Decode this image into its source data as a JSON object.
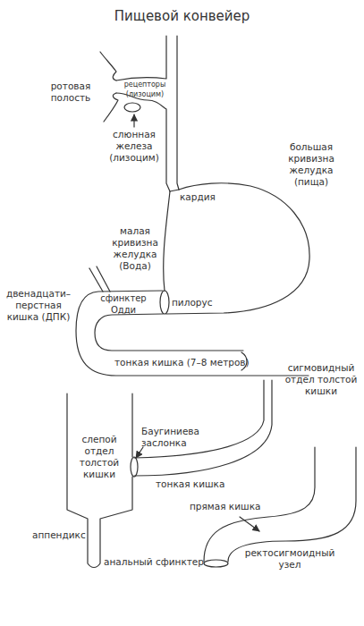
{
  "diagram": {
    "title": "Пищевой конвейер",
    "labels": [
      "ротовая полость",
      "рецепторы (лизоцим)",
      "слюнная железа (лизоцим)",
      "кардия",
      "большая кривизна желудка (пища)",
      "малая кривизна желудка (Вода)",
      "пилорус",
      "сфинктер Одди",
      "двенадцати– перстная кишка (ДПК)",
      "тонкая кишка (7–8 метров)",
      "сигмовидный отдел толстой кишки",
      "слепой отдел толстой кишки",
      "Баугиниева заслонка",
      "тонкая кишка",
      "аппендикс",
      "прямая кишка",
      "анальный сфинктер",
      "ректосигмоидный узел"
    ]
  }
}
